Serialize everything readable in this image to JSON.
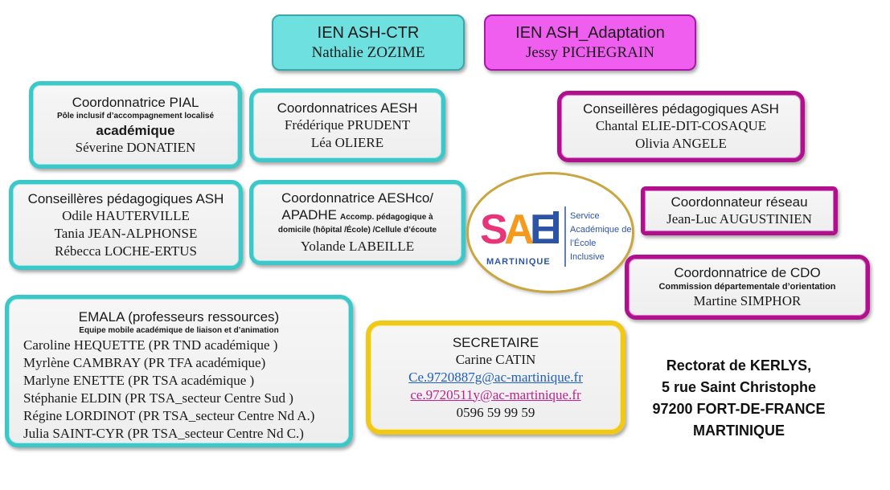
{
  "ien_ctr": {
    "title": "IEN ASH-CTR",
    "name": "Nathalie ZOZIME"
  },
  "ien_adapt": {
    "title": "IEN ASH_Adaptation",
    "name": "Jessy PICHEGRAIN"
  },
  "pial": {
    "title": "Coordonnatrice PIAL",
    "subtitle": "Pôle inclusif d’accompagnement localisé",
    "subtitle2": "académique",
    "name": "Séverine DONATIEN"
  },
  "aesh": {
    "title": "Coordonnatrices AESH",
    "names": [
      "Frédérique PRUDENT",
      "Léa OLIERE"
    ]
  },
  "cp_ash_right": {
    "title": "Conseillères pédagogiques ASH",
    "names": [
      "Chantal ELIE-DIT-COSAQUE",
      "Olivia ANGELE"
    ]
  },
  "cp_ash_left": {
    "title": "Conseillères pédagogiques ASH",
    "names": [
      "Odile HAUTERVILLE",
      "Tania JEAN-ALPHONSE",
      "Rébecca LOCHE-ERTUS"
    ]
  },
  "aeshco": {
    "title": "Coordonnatrice AESHco/",
    "title2": "APADHE",
    "sub_a": "Accomp. pédagogique à",
    "sub_b": "domicile (hôpital /École) /Cellule d’écoute",
    "name": "Yolande LABEILLE"
  },
  "reseau": {
    "title": "Coordonnateur réseau",
    "name": "Jean-Luc AUGUSTINIEN"
  },
  "cdo": {
    "title": "Coordonnatrice de CDO",
    "subtitle": "Commission départementale d’orientation",
    "name": "Martine SIMPHOR"
  },
  "emala": {
    "title": "EMALA (professeurs ressources)",
    "subtitle": "Equipe mobile académique de liaison et d’animation",
    "members": [
      "Caroline HEQUETTE (PR TND académique )",
      "Myrlène CAMBRAY (PR TFA académique)",
      "Marlyne ENETTE (PR TSA académique )",
      "Stéphanie ELDIN (PR TSA_secteur Centre Sud )",
      "Régine LORDINOT (PR TSA_secteur Centre Nd A.)",
      "Julia SAINT-CYR (PR TSA_secteur Centre Nd C.)"
    ]
  },
  "secretaire": {
    "title": "SECRETAIRE",
    "name": "Carine CATIN",
    "email1": "Ce.9720887g@ac-martinique.fr",
    "email2": "ce.9720511y@ac-martinique.fr",
    "phone": "0596 59 99 59"
  },
  "address": {
    "lines": [
      "Rectorat de KERLYS,",
      "5 rue Saint Christophe",
      "97200 FORT-DE-FRANCE",
      "MARTINIQUE"
    ]
  },
  "logo": {
    "letters": "SAEI",
    "region": "MARTINIQUE",
    "text": [
      "Service",
      "Académique de",
      "l’École",
      "Inclusive"
    ],
    "colors": {
      "pink": "#e8357a",
      "orange": "#f39a1f",
      "blue": "#2c54a6"
    }
  }
}
